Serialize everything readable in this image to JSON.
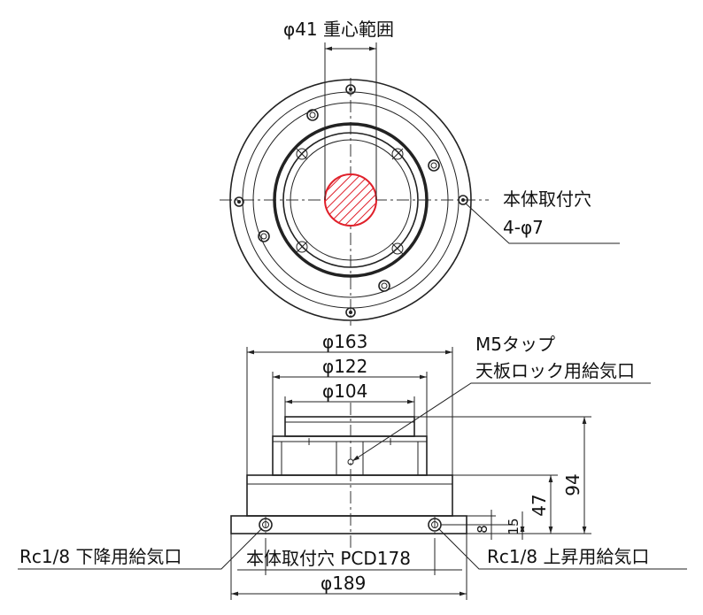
{
  "top_view": {
    "cog_range_label": "φ41 重心範囲",
    "mount_hole_label_line1": "本体取付穴",
    "mount_hole_label_line2": "4-φ7"
  },
  "side_view": {
    "dia_163": "φ163",
    "dia_122": "φ122",
    "dia_104": "φ104",
    "m5_label_line1": "M5タップ",
    "m5_label_line2": "天板ロック用給気口",
    "height_94": "94",
    "height_47": "47",
    "height_15": "15",
    "height_8": "8",
    "port_lower_label": "Rc1/8 下降用給気口",
    "port_upper_label": "Rc1/8 上昇用給気口",
    "pcd_label": "本体取付穴 PCD178",
    "dia_189": "φ189"
  },
  "colors": {
    "line": "#222222",
    "cog_fill": "#e0202a"
  }
}
